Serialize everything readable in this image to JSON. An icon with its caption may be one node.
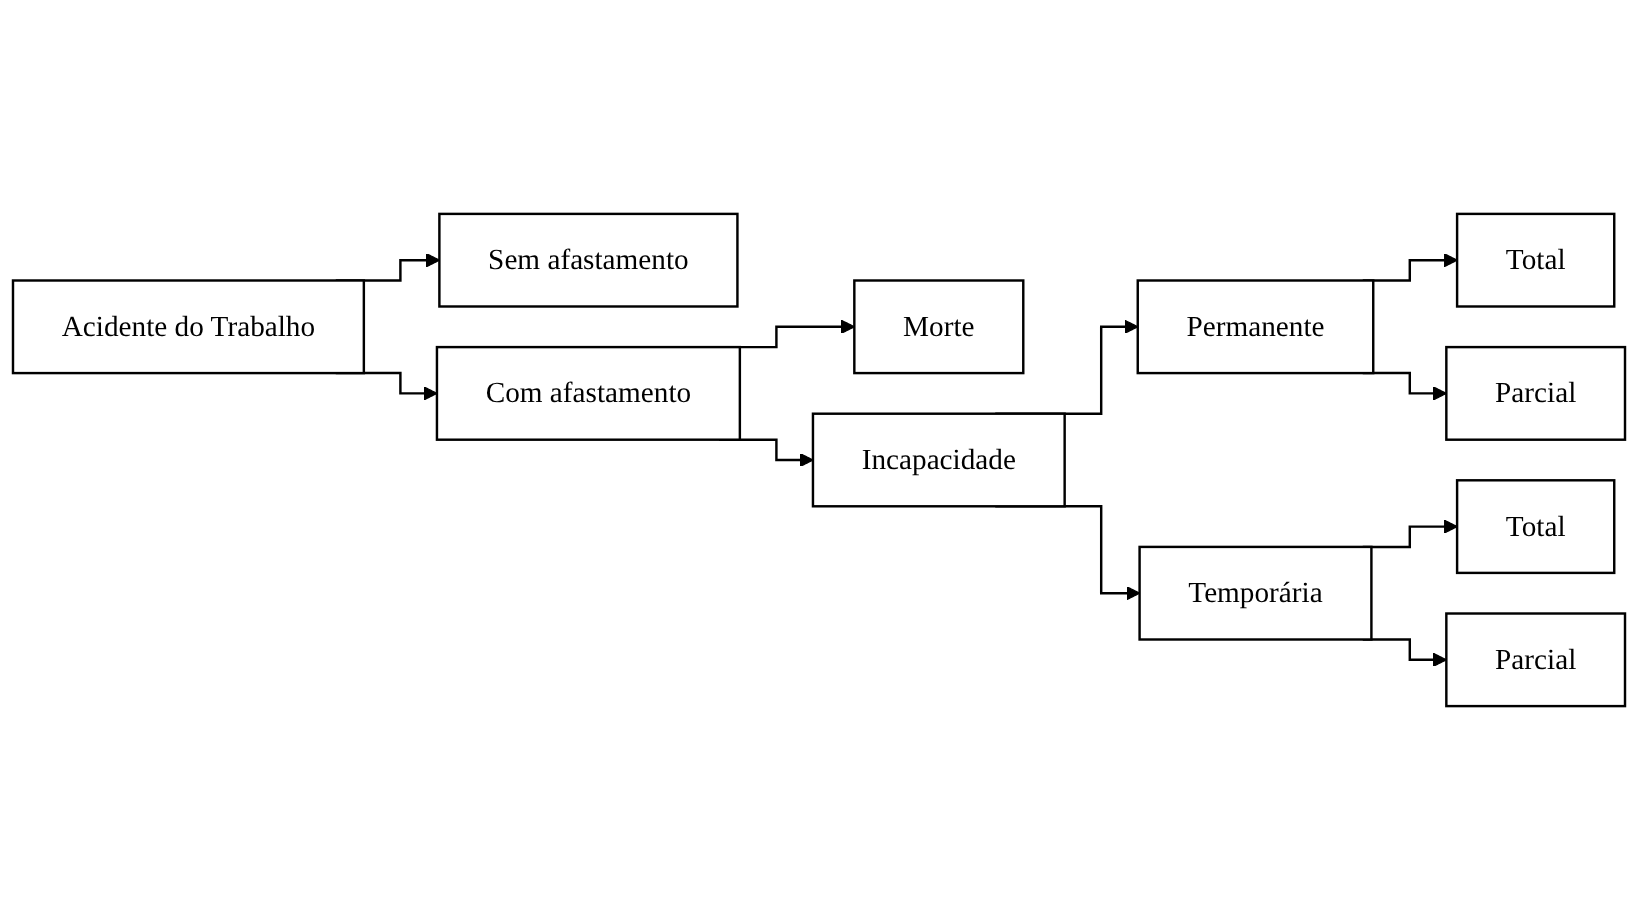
{
  "diagram": {
    "nodes": [
      {
        "text": [
          "Acidente do Trabalho"
        ]
      },
      {
        "text": [
          "Sem afastamento"
        ]
      },
      {
        "text": [
          "Com afastamento"
        ]
      },
      {
        "text": [
          "Morte"
        ]
      },
      {
        "text": [
          "Incapacidade"
        ]
      },
      {
        "text": [
          "Permanente"
        ]
      },
      {
        "text": [
          "Temporária"
        ]
      },
      {
        "text": [
          "Total"
        ]
      },
      {
        "text": [
          "Parcial"
        ]
      },
      {
        "text": [
          "Total"
        ]
      },
      {
        "text": [
          "Parcial"
        ]
      }
    ],
    "edges": [
      {
        "from": 0,
        "to": 1,
        "arrow": "to"
      },
      {
        "from": 0,
        "to": 2,
        "arrow": "to"
      },
      {
        "from": 2,
        "to": 3,
        "arrow": "to"
      },
      {
        "from": 2,
        "to": 4,
        "arrow": "to"
      },
      {
        "from": 4,
        "to": 5,
        "arrow": "to"
      },
      {
        "from": 4,
        "to": 6,
        "arrow": "to"
      },
      {
        "from": 5,
        "to": 7,
        "arrow": "to"
      },
      {
        "from": 5,
        "to": 8,
        "arrow": "to"
      },
      {
        "from": 6,
        "to": 9,
        "arrow": "to"
      },
      {
        "from": 6,
        "to": 10,
        "arrow": "to"
      }
    ]
  }
}
